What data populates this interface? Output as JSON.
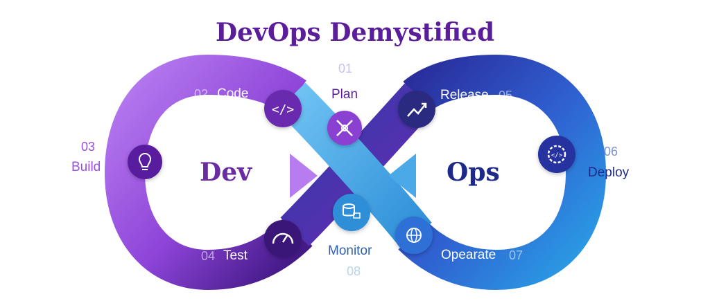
{
  "title": "DevOps Demystified",
  "center": {
    "dev": "Dev",
    "ops": "Ops"
  },
  "stages": {
    "plan": {
      "number": "01",
      "label": "Plan",
      "icon": "planning-tools-icon"
    },
    "code": {
      "number": "02",
      "label": "Code",
      "icon": "code-icon"
    },
    "build": {
      "number": "03",
      "label": "Build",
      "icon": "lightbulb-icon"
    },
    "test": {
      "number": "04",
      "label": "Test",
      "icon": "speedometer-icon"
    },
    "release": {
      "number": "05",
      "label": "Release",
      "icon": "growth-chart-icon"
    },
    "deploy": {
      "number": "06",
      "label": "Deploy",
      "icon": "code-gear-icon"
    },
    "operate": {
      "number": "07",
      "label": "Opearate",
      "icon": "network-globe-icon"
    },
    "monitor": {
      "number": "08",
      "label": "Monitor",
      "icon": "database-monitor-icon"
    }
  },
  "colors": {
    "title": "#5b1e9a",
    "dev_word": "#6a2ba3",
    "ops_word": "#1e2a8a",
    "purple_band": "#9a4fe0",
    "blue_band": "#2c46b8",
    "cross_band": "#4aa9e6",
    "number_text": "#c7c2ee"
  }
}
